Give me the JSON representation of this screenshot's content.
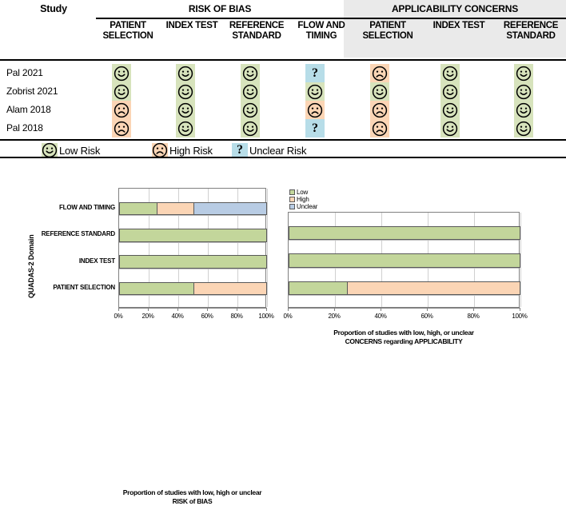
{
  "table": {
    "study_header": "Study",
    "groups": [
      {
        "label": "RISK OF BIAS"
      },
      {
        "label": "APPLICABILITY CONCERNS"
      }
    ],
    "columns": [
      {
        "line1": "PATIENT",
        "line2": "SELECTION"
      },
      {
        "line1": "INDEX TEST",
        "line2": ""
      },
      {
        "line1": "REFERENCE",
        "line2": "STANDARD"
      },
      {
        "line1": "FLOW AND",
        "line2": "TIMING"
      },
      {
        "line1": "PATIENT",
        "line2": "SELECTION"
      },
      {
        "line1": "INDEX TEST",
        "line2": ""
      },
      {
        "line1": "REFERENCE",
        "line2": "STANDARD"
      }
    ],
    "rows": [
      {
        "study": "Pal 2021",
        "ratings": [
          "low",
          "low",
          "low",
          "unclear",
          "high",
          "low",
          "low"
        ]
      },
      {
        "study": "Zobrist 2021",
        "ratings": [
          "low",
          "low",
          "low",
          "low",
          "low",
          "low",
          "low"
        ]
      },
      {
        "study": "Alam 2018",
        "ratings": [
          "high",
          "low",
          "low",
          "high",
          "high",
          "low",
          "low"
        ]
      },
      {
        "study": "Pal 2018",
        "ratings": [
          "high",
          "low",
          "low",
          "unclear",
          "high",
          "low",
          "low"
        ]
      }
    ]
  },
  "legend": {
    "items": [
      {
        "icon": "smiley-low-risk-icon",
        "label": "Low Risk",
        "rating": "low"
      },
      {
        "icon": "frown-high-risk-icon",
        "label": "High Risk",
        "rating": "high"
      },
      {
        "icon": "question-unclear-risk-icon",
        "label": "Unclear Risk",
        "rating": "unclear"
      }
    ]
  },
  "colors": {
    "low": "#c3d69b",
    "high": "#fbd5b5",
    "unclear": "#b8cce4",
    "strip_low": "#d7e3bc",
    "strip_high": "#fbd5b5",
    "strip_unclear": "#b7dde8",
    "applicability_band": "#eaeaea"
  },
  "chart_data": [
    {
      "type": "bar",
      "id": "risk-of-bias-chart",
      "orientation": "horizontal",
      "stacked": true,
      "title": "",
      "ylabel": "QUADAS-2 Domain",
      "xlabel": "Proportion of studies with low, high or unclear RISK of BIAS",
      "xlabel_line1": "Proportion of studies with low, high or unclear",
      "xlabel_line2": "RISK of BIAS",
      "categories": [
        "FLOW AND TIMING",
        "REFERENCE STANDARD",
        "INDEX TEST",
        "PATIENT SELECTION"
      ],
      "series": [
        {
          "name": "Low",
          "values": [
            25,
            100,
            100,
            50
          ]
        },
        {
          "name": "High",
          "values": [
            25,
            0,
            0,
            50
          ]
        },
        {
          "name": "Unclear",
          "values": [
            50,
            0,
            0,
            0
          ]
        }
      ],
      "xlim": [
        0,
        100
      ],
      "xticks": [
        "0%",
        "20%",
        "40%",
        "60%",
        "80%",
        "100%"
      ],
      "grid": true,
      "legend_visible": false
    },
    {
      "type": "bar",
      "id": "applicability-concerns-chart",
      "orientation": "horizontal",
      "stacked": true,
      "title": "",
      "ylabel": "",
      "xlabel": "Proportion of studies with low, high, or unclear CONCERNS regarding APPLICABILITY",
      "xlabel_line1": "Proportion of studies with low, high, or unclear",
      "xlabel_line2": "CONCERNS regarding APPLICABILITY",
      "categories": [
        "REFERENCE STANDARD",
        "INDEX TEST",
        "PATIENT SELECTION"
      ],
      "series": [
        {
          "name": "Low",
          "values": [
            100,
            100,
            25
          ]
        },
        {
          "name": "High",
          "values": [
            0,
            0,
            75
          ]
        },
        {
          "name": "Unclear",
          "values": [
            0,
            0,
            0
          ]
        }
      ],
      "xlim": [
        0,
        100
      ],
      "xticks": [
        "0%",
        "20%",
        "40%",
        "60%",
        "80%",
        "100%"
      ],
      "grid": true,
      "legend_visible": true,
      "legend_position": "top-left",
      "legend_entries": [
        "Low",
        "High",
        "Unclear"
      ]
    }
  ]
}
